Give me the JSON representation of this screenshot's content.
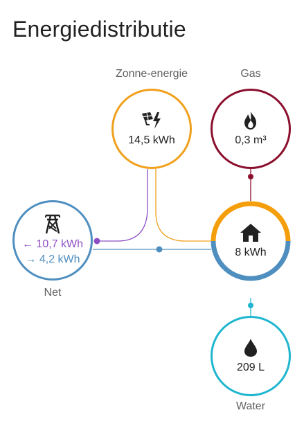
{
  "title": "Energiedistributie",
  "colors": {
    "solar": "#f0a01c",
    "gas": "#8b0f2e",
    "grid": "#4f8fc0",
    "grid_return": "#8e4fc4",
    "water": "#1fb6cf",
    "home_solar": "#f59e0b",
    "home_grid": "#4f8fc0"
  },
  "solar": {
    "label": "Zonne-energie",
    "value": "14,5 kWh",
    "icon": "solar-panel-icon"
  },
  "gas": {
    "label": "Gas",
    "value": "0,3 m³",
    "icon": "fire-icon"
  },
  "grid": {
    "label": "Net",
    "consumed": "← 10,7 kWh",
    "returned": "→ 4,2 kWh",
    "icon": "transmission-tower-icon"
  },
  "home": {
    "value": "8 kWh",
    "icon": "home-icon",
    "solar_share": 0.5
  },
  "water": {
    "label": "Water",
    "value": "209 L",
    "icon": "water-drop-icon"
  }
}
